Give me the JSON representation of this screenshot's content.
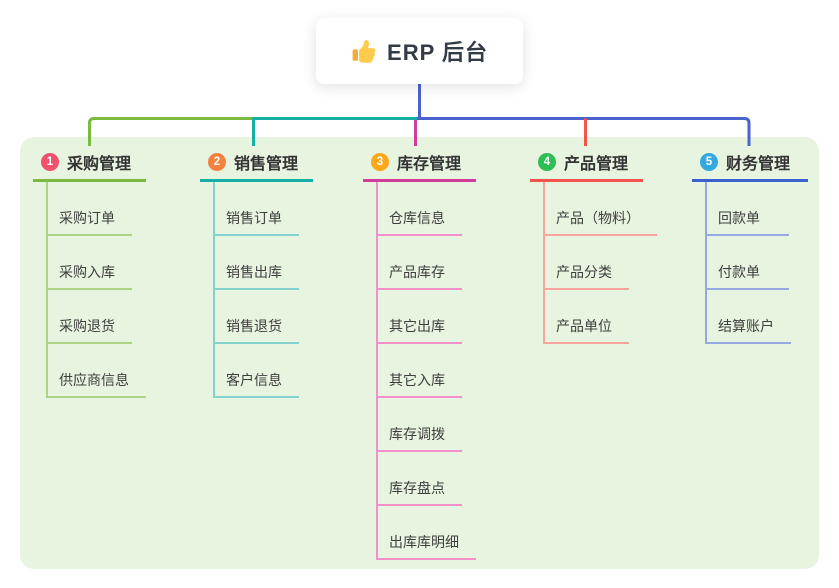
{
  "root": {
    "title": "ERP 后台",
    "icon": "thumbs-up-icon"
  },
  "colors": {
    "panel_background": "#e7f4e0",
    "root_card_background": "#ffffff",
    "connector_blue": "#4a63d1",
    "heading_text": "#333333",
    "child_text": "#3e3e3e"
  },
  "branches": [
    {
      "num": "1",
      "label": "采购管理",
      "badge_color": "#f0516d",
      "line_color": "#7cba3f",
      "child_line_color": "#abd488",
      "children": [
        "采购订单",
        "采购入库",
        "采购退货",
        "供应商信息"
      ]
    },
    {
      "num": "2",
      "label": "销售管理",
      "badge_color": "#f5813e",
      "line_color": "#16afa6",
      "child_line_color": "#83d3cc",
      "children": [
        "销售订单",
        "销售出库",
        "销售退货",
        "客户信息"
      ]
    },
    {
      "num": "3",
      "label": "库存管理",
      "badge_color": "#fba81a",
      "line_color": "#d23d9d",
      "child_line_color": "#f290c7",
      "children": [
        "仓库信息",
        "产品库存",
        "其它出库",
        "其它入库",
        "库存调拨",
        "库存盘点",
        "出库库明细"
      ]
    },
    {
      "num": "4",
      "label": "产品管理",
      "badge_color": "#2dbe54",
      "line_color": "#f4534e",
      "child_line_color": "#f8a5a0",
      "children": [
        "产品（物料）",
        "产品分类",
        "产品单位"
      ]
    },
    {
      "num": "5",
      "label": "财务管理",
      "badge_color": "#33a9e0",
      "line_color": "#3d60cf",
      "child_line_color": "#97a8e0",
      "children": [
        "回款单",
        "付款单",
        "结算账户"
      ]
    }
  ]
}
